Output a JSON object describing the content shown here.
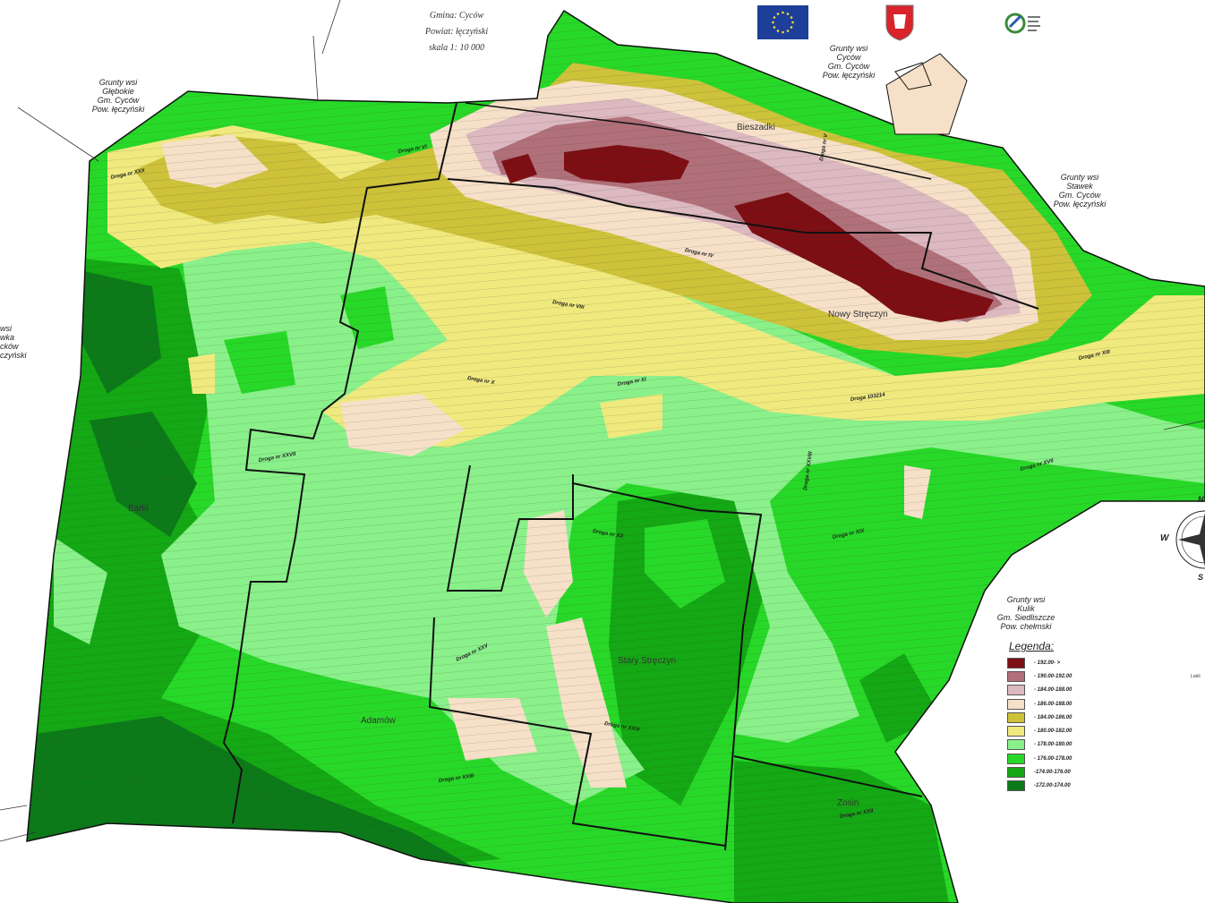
{
  "header": {
    "gmina": "Gmina: Cyców",
    "powiat": "Powiat: łęczyński",
    "scale": "skala 1: 10 000"
  },
  "neighbors": {
    "glebokie": "Grunty wsi\nGłębokie\nGm. Cyców\nPow. łęczyński",
    "cycow": "Grunty wsi\nCyców\nGm. Cyców\nPow. łęczyński",
    "stawek": "Grunty wsi\nStawek\nGm. Cyców\nPow. łęczyński",
    "kulik": "Grunty wsi\nKulik\nGm. Siedliszcze\nPow. chełmski",
    "left_cut": "wsi\nwka\ncków\nczyński"
  },
  "places": {
    "bieszadki": "Bieszadki",
    "nowy": "Nowy Stręczyn",
    "stary": "Stary Stręczyn",
    "adamow": "Adamów",
    "barki": "Barki",
    "zosin": "Zosin"
  },
  "roads": [
    "Droga nr XXX",
    "Droga nr VI",
    "Droga nr V",
    "Droga nr IV",
    "Droga nr VIII",
    "Droga nr X",
    "Droga nr XI",
    "Droga nr XXVII",
    "Droga nr XX",
    "Droga nr XXIV",
    "Droga nr XXIII",
    "Droga nr XIX",
    "Droga nr XVII",
    "Droga nr XXV",
    "Droga nr XIII",
    "Droga 103214",
    "Droga nr XXVIII",
    "Droga nr XXII"
  ],
  "legend": {
    "title": "Legenda:",
    "items": [
      {
        "color": "#7d0f14",
        "label": "- 192.00- >"
      },
      {
        "color": "#b0707a",
        "label": "- 190.00-192.00"
      },
      {
        "color": "#dcb8c0",
        "label": "- 184.00-188.00"
      },
      {
        "color": "#f6e0c8",
        "label": "- 186.00-188.00"
      },
      {
        "color": "#cdc23a",
        "label": "- 184.00-186.00"
      },
      {
        "color": "#efe97e",
        "label": "- 180.00-182.00"
      },
      {
        "color": "#8af08a",
        "label": "- 178.00-180.00"
      },
      {
        "color": "#28d828",
        "label": "- 176.00-178.00"
      },
      {
        "color": "#14a814",
        "label": "-174.00-176.00"
      },
      {
        "color": "#0d7a1a",
        "label": "-172.00-174.00"
      }
    ]
  },
  "compass": {
    "w": "W",
    "n": "N",
    "s": "S"
  },
  "right_cut": "Lubli"
}
